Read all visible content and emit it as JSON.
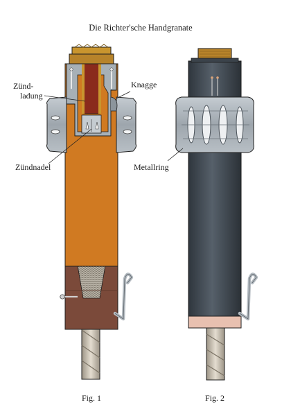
{
  "title": "Die Richter'sche Handgranate",
  "labels": {
    "zuend_line1": "Zünd-",
    "zuend_line2": "ladung",
    "knagge": "Knagge",
    "zuendnadel": "Zündnadel",
    "metallring": "Metallring"
  },
  "captions": {
    "fig1": "Fig. 1",
    "fig2": "Fig. 2"
  },
  "colors": {
    "orange_body": "#d07a22",
    "brass_cap": "#c9952e",
    "red_charge": "#8a2a1c",
    "steel_body": "#3b434b",
    "ring_grey": "#a9b0b6",
    "wood_handle": "#7b4a3a",
    "rope": "#c8c0b0",
    "pink_band": "#e8c0b0"
  }
}
